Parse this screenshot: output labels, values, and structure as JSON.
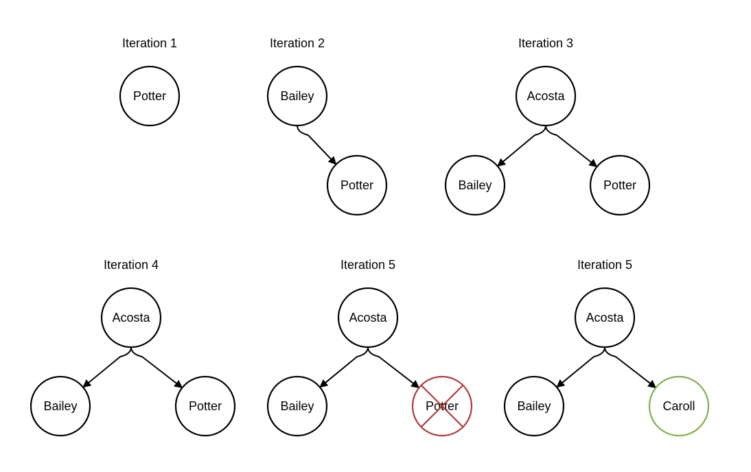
{
  "colors": {
    "stroke": "#000000",
    "deleted": "#b0393b",
    "added": "#7fb04a"
  },
  "iterations": [
    {
      "title": "Iteration 1",
      "nodes": [
        {
          "id": "n1",
          "label": "Potter",
          "state": "normal"
        }
      ],
      "edges": []
    },
    {
      "title": "Iteration 2",
      "nodes": [
        {
          "id": "n1",
          "label": "Bailey",
          "state": "normal"
        },
        {
          "id": "n2",
          "label": "Potter",
          "state": "normal"
        }
      ],
      "edges": [
        [
          "n1",
          "n2"
        ]
      ]
    },
    {
      "title": "Iteration 3",
      "nodes": [
        {
          "id": "n1",
          "label": "Acosta",
          "state": "normal"
        },
        {
          "id": "n2",
          "label": "Bailey",
          "state": "normal"
        },
        {
          "id": "n3",
          "label": "Potter",
          "state": "normal"
        }
      ],
      "edges": [
        [
          "n1",
          "n2"
        ],
        [
          "n1",
          "n3"
        ]
      ]
    },
    {
      "title": "Iteration 4",
      "nodes": [
        {
          "id": "n1",
          "label": "Acosta",
          "state": "normal"
        },
        {
          "id": "n2",
          "label": "Bailey",
          "state": "normal"
        },
        {
          "id": "n3",
          "label": "Potter",
          "state": "normal"
        }
      ],
      "edges": [
        [
          "n1",
          "n2"
        ],
        [
          "n1",
          "n3"
        ]
      ]
    },
    {
      "title": "Iteration 5",
      "nodes": [
        {
          "id": "n1",
          "label": "Acosta",
          "state": "normal"
        },
        {
          "id": "n2",
          "label": "Bailey",
          "state": "normal"
        },
        {
          "id": "n3",
          "label": "Potter",
          "state": "deleted"
        }
      ],
      "edges": [
        [
          "n1",
          "n2"
        ],
        [
          "n1",
          "n3"
        ]
      ]
    },
    {
      "title": "Iteration 5",
      "nodes": [
        {
          "id": "n1",
          "label": "Acosta",
          "state": "normal"
        },
        {
          "id": "n2",
          "label": "Bailey",
          "state": "normal"
        },
        {
          "id": "n3",
          "label": "Caroll",
          "state": "added"
        }
      ],
      "edges": [
        [
          "n1",
          "n2"
        ],
        [
          "n1",
          "n3"
        ]
      ]
    }
  ]
}
